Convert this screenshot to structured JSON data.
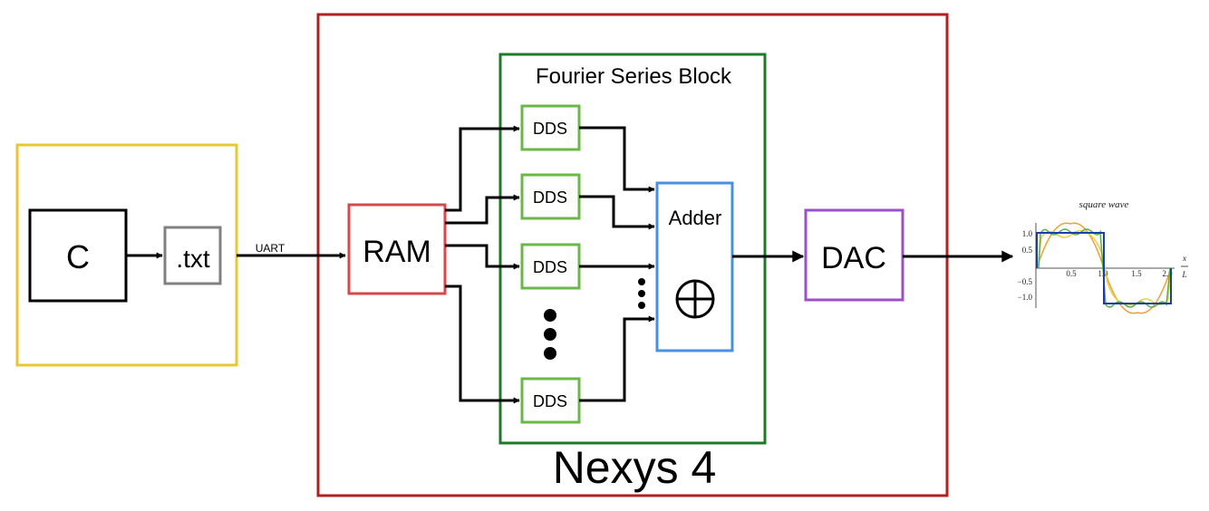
{
  "host": {
    "c_label": "C",
    "file_label": ".txt",
    "link_label": "UART"
  },
  "board": {
    "name": "Nexys 4",
    "ram_label": "RAM",
    "dac_label": "DAC",
    "fourier_block": {
      "title": "Fourier Series Block",
      "dds_units": [
        "DDS",
        "DDS",
        "DDS",
        "DDS"
      ],
      "adder_label": "Adder",
      "adder_symbol": "⊕"
    }
  },
  "output_plot": {
    "title": "square wave",
    "y_ticks": [
      "1.0",
      "0.5",
      "−0.5",
      "−1.0"
    ],
    "x_ticks": [
      "0.5",
      "1.0",
      "1.5",
      "2.0"
    ],
    "x_axis_label_top": "x",
    "x_axis_label_bottom": "L"
  },
  "colors": {
    "host_box": "#e8c832",
    "board_box": "#b02020",
    "fourier_box": "#1e7a2a",
    "dds_box": "#6ab845",
    "adder_box": "#4a90e2",
    "ram_box": "#d94848",
    "dac_box": "#9b4fc8",
    "file_box": "#808080",
    "plot_square": "#1a3fa8",
    "plot_yellow": "#e8d440",
    "plot_orange": "#f0a040",
    "plot_green": "#5ab04a"
  }
}
